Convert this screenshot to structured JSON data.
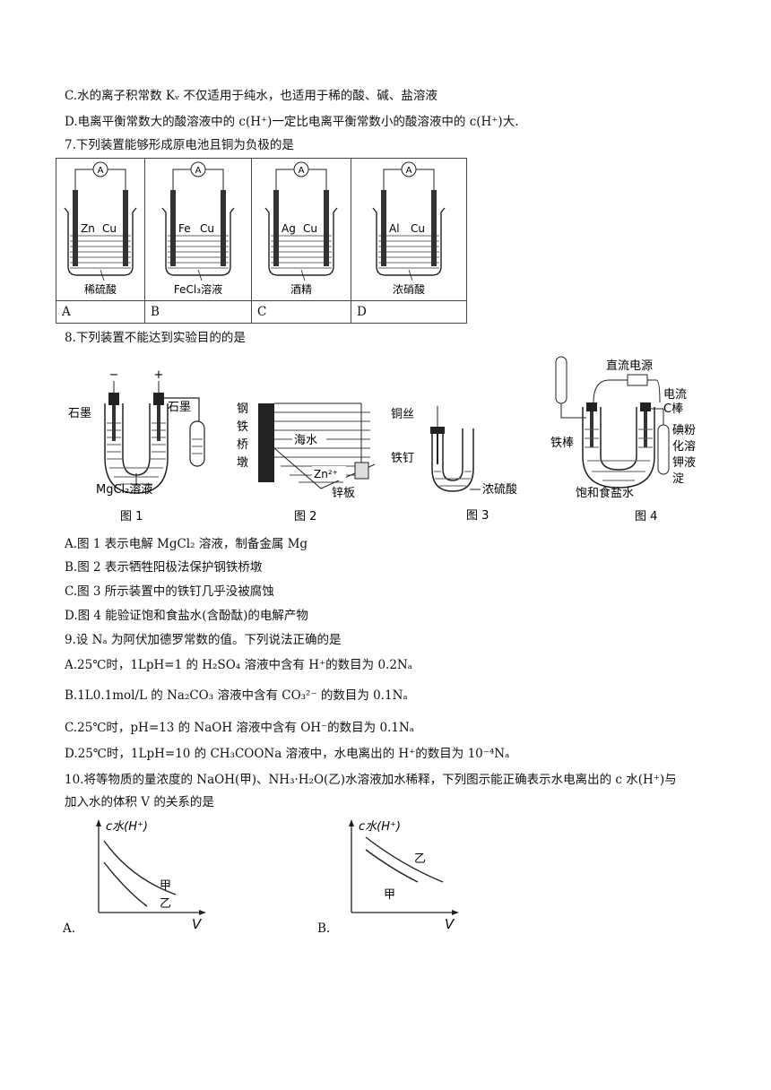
{
  "q6": {
    "c": "C.水的离子积常数 Kᵥ 不仅适用于纯水，也适用于稀的酸、碱、盐溶液",
    "d": "D.电离平衡常数大的酸溶液中的 c(H⁺)一定比电离平衡常数小的酸溶液中的 c(H⁺)大."
  },
  "q7": {
    "stem": "7.下列装置能够形成原电池且铜为负极的是",
    "options": [
      {
        "label": "A",
        "e1": "Zn",
        "e2": "Cu",
        "solution": "稀硫酸"
      },
      {
        "label": "B",
        "e1": "Fe",
        "e2": "Cu",
        "solution": "FeCl₃溶液"
      },
      {
        "label": "C",
        "e1": "Ag",
        "e2": "Cu",
        "solution": "酒精"
      },
      {
        "label": "D",
        "e1": "Al",
        "e2": "Cu",
        "solution": "浓硝酸"
      }
    ],
    "ammeter": "A"
  },
  "q8": {
    "stem": "8.下列装置不能达到实验目的的是",
    "fig1": {
      "caption": "图 1",
      "minus": "−",
      "plus": "+",
      "left": "石墨",
      "right": "石墨",
      "solution": "MgCl₂溶液"
    },
    "fig2": {
      "caption": "图 2",
      "pier": [
        "钢",
        "铁",
        "桥",
        "墩"
      ],
      "sea": "海水",
      "ion": "Zn²⁺",
      "plate": "锌板"
    },
    "fig3": {
      "caption": "图 3",
      "wire": "铜丝",
      "nail": "铁钉",
      "acid": "浓硫酸"
    },
    "fig4": {
      "caption": "图 4",
      "power": "直流电源",
      "current": "电流",
      "carbon": "C棒",
      "iron": "铁棒",
      "starch": [
        "碘粉",
        "化溶",
        "钾液",
        "淀"
      ],
      "brine": "饱和食盐水"
    },
    "a": "A.图 1 表示电解 MgCl₂ 溶液，制备金属 Mg",
    "b": "B.图 2 表示牺牲阳极法保护钢铁桥墩",
    "c": "C.图 3 所示装置中的铁钉几乎没被腐蚀",
    "d": "D.图 4 能验证饱和食盐水(含酚酞)的电解产物"
  },
  "q9": {
    "stem": "9.设 Nₐ 为阿伏加德罗常数的值。下列说法正确的是",
    "a": "A.25℃时，1LpH=1 的 H₂SO₄ 溶液中含有 H⁺的数目为 0.2Nₐ",
    "b": "B.1L0.1mol/L 的 Na₂CO₃ 溶液中含有 CO₃²⁻ 的数目为 0.1Nₐ",
    "c": "C.25℃时，pH=13 的 NaOH 溶液中含有 OH⁻的数目为 0.1Nₐ",
    "d": "D.25℃时，1LpH=10 的 CH₃COONa 溶液中，水电离出的 H⁺的数目为 10⁻⁴Nₐ"
  },
  "q10": {
    "stem1": "10.将等物质的量浓度的 NaOH(甲)、NH₃·H₂O(乙)水溶液加水稀释，下列图示能正确表示水电离出的 c 水(H⁺)与",
    "stem2": "加入水的体积 V 的关系的是",
    "graphs": [
      {
        "label": "A.",
        "ylabel": "c水(H⁺)",
        "xlabel": "V",
        "upper": "甲",
        "lower": "乙"
      },
      {
        "label": "B.",
        "ylabel": "c水(H⁺)",
        "xlabel": "V",
        "upper": "乙",
        "lower": "甲"
      }
    ]
  }
}
